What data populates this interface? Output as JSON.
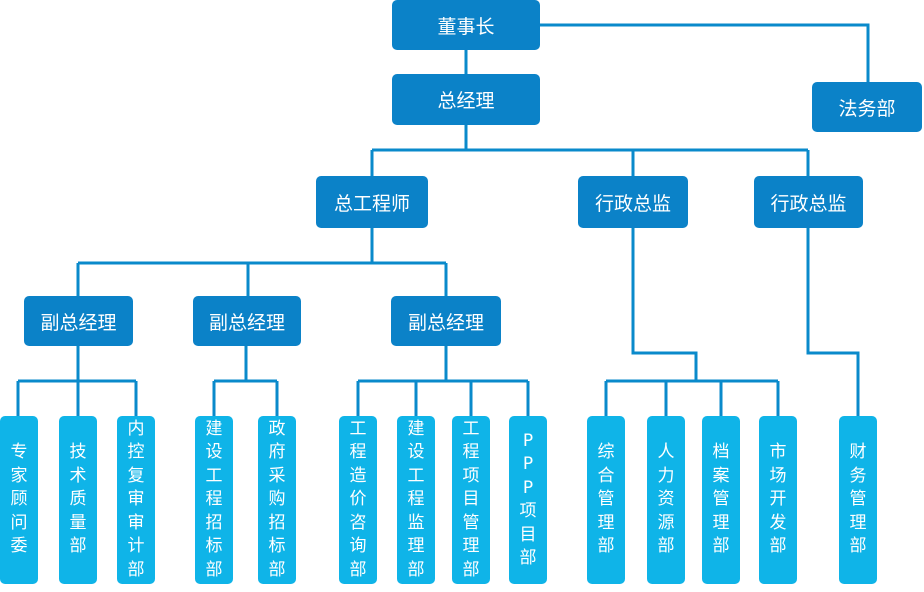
{
  "nodes": {
    "chairman": "董事长",
    "general_manager": "总经理",
    "legal": "法务部",
    "chief_engineer": "总工程师",
    "admin_director_1": "行政总监",
    "admin_director_2": "行政总监",
    "deputy_gm_1": "副总经理",
    "deputy_gm_2": "副总经理",
    "deputy_gm_3": "副总经理",
    "expert_committee": "专家顾问委",
    "tech_quality": "技术质量部",
    "internal_audit": "内控复审审计部",
    "construction_bidding": "建设工程招标部",
    "gov_procurement": "政府采购招标部",
    "cost_consulting": "工程造价咨询部",
    "construction_supervision": "建设工程监理部",
    "project_management": "工程项目管理部",
    "ppp": "PPP项目部",
    "general_admin": "综合管理部",
    "hr": "人力资源部",
    "archives": "档案管理部",
    "market_dev": "市场开发部",
    "finance": "财务管理部"
  },
  "colors": {
    "primary_box": "#0b82c8",
    "secondary_box": "#0fb4e8",
    "connector": "#0a8acb"
  }
}
